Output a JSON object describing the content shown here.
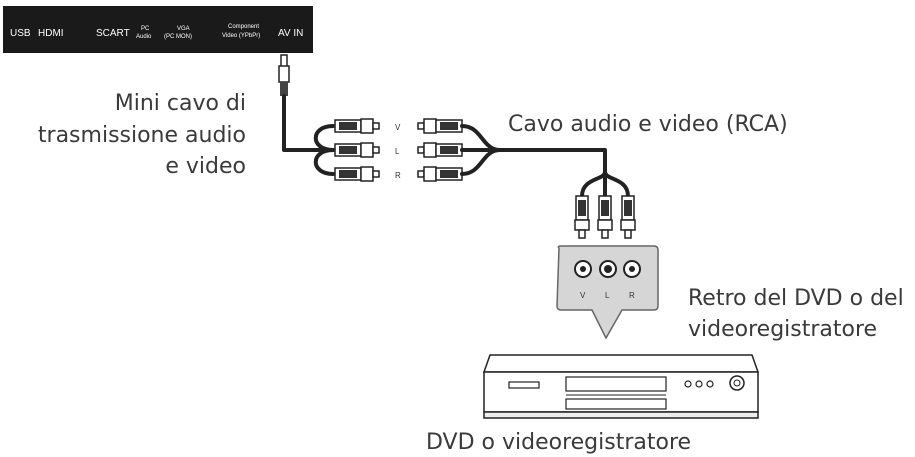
{
  "tv_panel": {
    "ports": {
      "usb": "USB",
      "hdmi": "HDMI",
      "scart": "SCART",
      "pc_audio_1": "PC",
      "pc_audio_2": "Audio",
      "vga_1": "VGA",
      "vga_2": "(PC MON)",
      "component_1": "Component",
      "component_2": "Video (YPbPr)",
      "av_in": "AV IN"
    }
  },
  "labels": {
    "mini_cable_1": "Mini cavo di",
    "mini_cable_2": "trasmissione audio",
    "mini_cable_3": "e video",
    "rca_cable": "Cavo audio e video (RCA)",
    "dvd_back_1": "Retro del DVD o del",
    "dvd_back_2": "videoregistratore",
    "dvd_device": "DVD o videoregistratore"
  },
  "jack_letters": {
    "v": "V",
    "l": "L",
    "r": "R"
  },
  "colors": {
    "panel": "#1a1a1a",
    "cable": "#222222",
    "box": "#d6d6d6"
  }
}
